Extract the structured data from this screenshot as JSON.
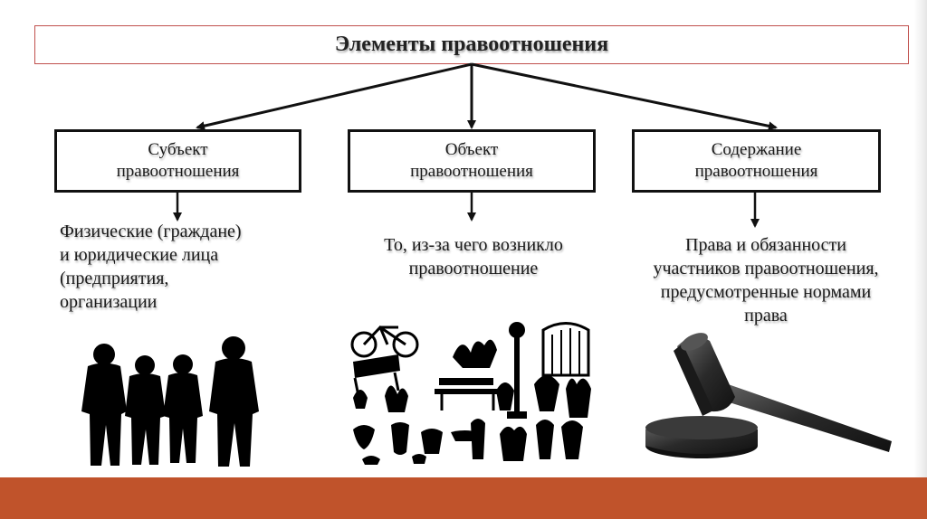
{
  "title": "Элементы правоотношения",
  "elements": [
    {
      "box_line1": "Субъект",
      "box_line2": "правоотношения",
      "description": [
        "Физические (граждане)",
        "и юридические лица",
        "(предприятия,",
        "организации"
      ],
      "image": "people-silhouettes"
    },
    {
      "box_line1": "Объект",
      "box_line2": "правоотношения",
      "description": [
        "То, из-за чего возникло",
        "правоотношение"
      ],
      "image": "objects-silhouettes"
    },
    {
      "box_line1": "Содержание",
      "box_line2": "правоотношения",
      "description": [
        "Права и обязанности",
        "участников правоотношения,",
        "предусмотренные нормами",
        "права"
      ],
      "image": "gavel"
    }
  ],
  "colors": {
    "title_border": "#c0504d",
    "footer_bar": "#c0532b",
    "box_border": "#111111"
  }
}
